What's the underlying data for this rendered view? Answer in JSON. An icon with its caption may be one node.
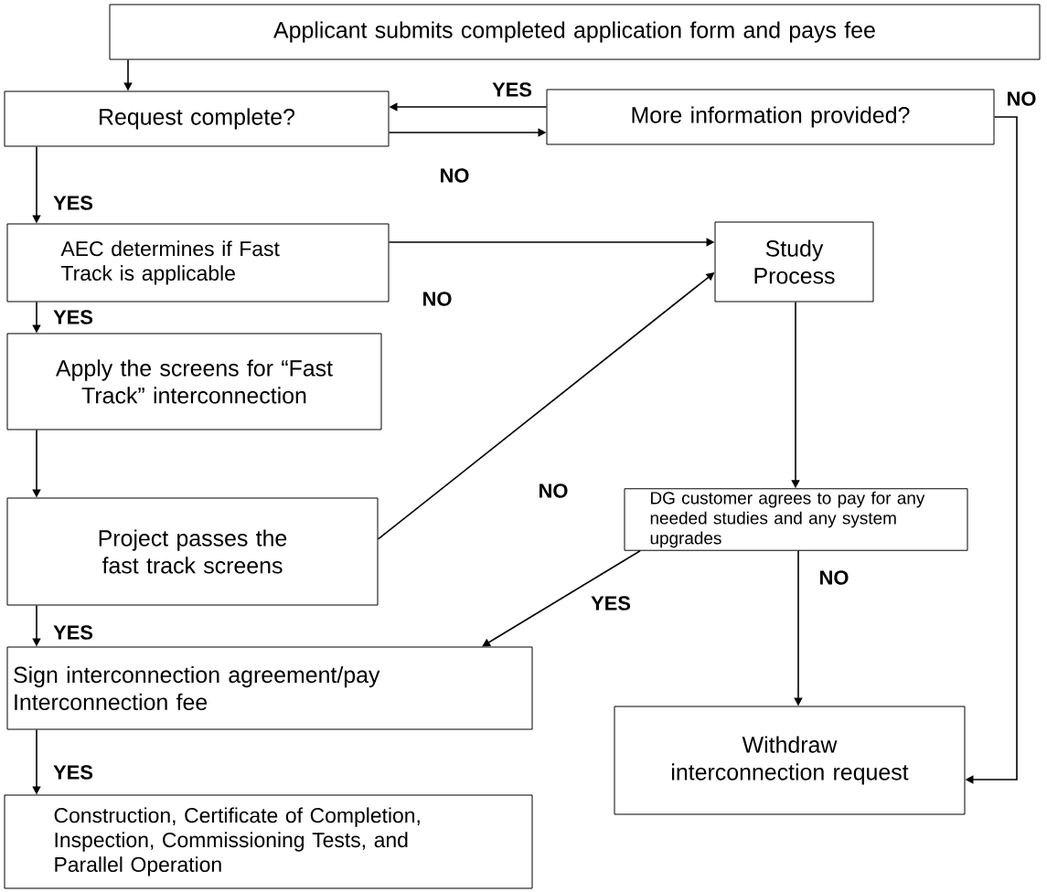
{
  "diagram": {
    "nodes": [
      {
        "text": [
          "Applicant submits completed application form and pays fee"
        ]
      },
      {
        "text": [
          "Request complete?"
        ]
      },
      {
        "text": [
          "More information provided?"
        ]
      },
      {
        "text": [
          "AEC determines if Fast Track is applicable"
        ]
      },
      {
        "text": [
          "Study Process"
        ]
      },
      {
        "text": [
          "Apply the screens for “Fast Track” interconnection"
        ]
      },
      {
        "text": [
          "Project passes the fast track screens"
        ]
      },
      {
        "text": [
          "DG customer agrees to pay for any needed studies and any system upgrades"
        ]
      },
      {
        "text": [
          "Sign interconnection agreement/pay Interconnection fee"
        ]
      },
      {
        "text": [
          "Withdraw interconnection request"
        ]
      },
      {
        "text": [
          "Construction, Certificate of Completion, Inspection, Commissioning Tests, and Parallel Operation"
        ]
      }
    ],
    "edges": [
      {
        "from": 0,
        "to": 1,
        "arrow": "to"
      },
      {
        "from": 1,
        "to": 2,
        "arrow": "to",
        "label": "NO"
      },
      {
        "from": 2,
        "to": 1,
        "arrow": "to",
        "label": "YES"
      },
      {
        "from": 2,
        "to": 9,
        "arrow": "to",
        "label": "NO"
      },
      {
        "from": 1,
        "to": 3,
        "arrow": "to",
        "label": "YES"
      },
      {
        "from": 3,
        "to": 4,
        "arrow": "to",
        "label": "NO"
      },
      {
        "from": 3,
        "to": 5,
        "arrow": "to",
        "label": "YES"
      },
      {
        "from": 5,
        "to": 6,
        "arrow": "to"
      },
      {
        "from": 6,
        "to": 4,
        "arrow": "to",
        "label": "NO"
      },
      {
        "from": 4,
        "to": 7,
        "arrow": "to"
      },
      {
        "from": 7,
        "to": 8,
        "arrow": "to",
        "label": "YES"
      },
      {
        "from": 7,
        "to": 9,
        "arrow": "to",
        "label": "NO"
      },
      {
        "from": 6,
        "to": 8,
        "arrow": "to",
        "label": "YES"
      },
      {
        "from": 8,
        "to": 10,
        "arrow": "to",
        "label": "YES"
      }
    ]
  }
}
